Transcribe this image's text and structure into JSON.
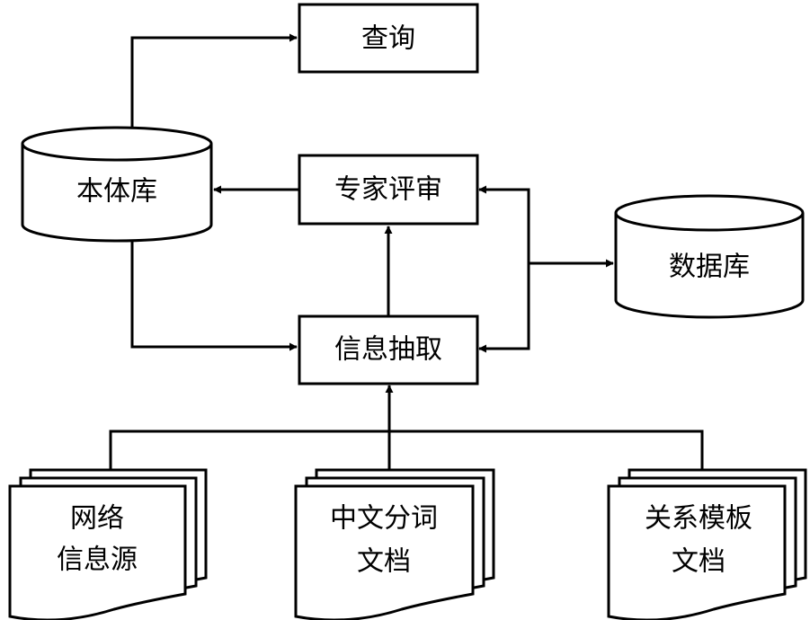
{
  "diagram": {
    "nodes": {
      "query": {
        "label": "查询"
      },
      "ontology_db": {
        "label": "本体库"
      },
      "expert_review": {
        "label": "专家评审"
      },
      "database": {
        "label": "数据库"
      },
      "info_extraction": {
        "label": "信息抽取"
      },
      "web_source": {
        "label_line1": "网络",
        "label_line2": "信息源"
      },
      "segmentation_docs": {
        "label_line1": "中文分词",
        "label_line2": "文档"
      },
      "template_docs": {
        "label_line1": "关系模板",
        "label_line2": "文档"
      }
    },
    "colors": {
      "stroke": "#000000",
      "fill": "#ffffff"
    }
  }
}
